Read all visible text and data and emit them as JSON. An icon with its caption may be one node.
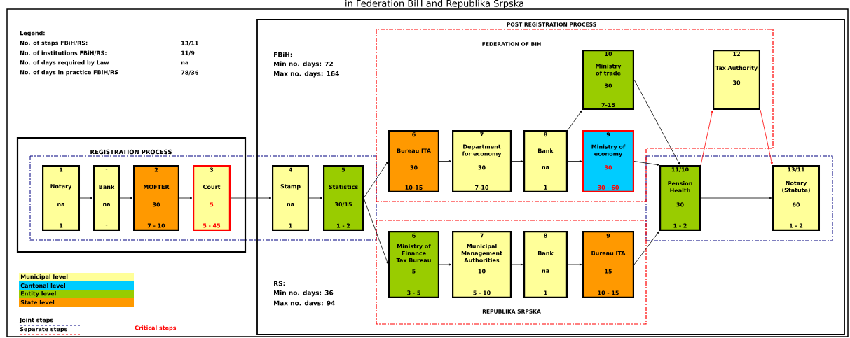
{
  "diagram": {
    "title": "in Federation BiH and Republika Srpska",
    "nodes": [
      {
        "text": [
          "REGISTRATION PROCESS"
        ]
      },
      {
        "text": [
          "POST REGISTRATION PROCESS"
        ]
      },
      {
        "text": [
          "FEDERATION OF BIH"
        ],
        "in": 1
      },
      {
        "text": [
          "REPUBLIKA SRPSKA"
        ],
        "in": 1
      },
      {
        "text": [
          "1",
          "Notary",
          "na",
          "1"
        ],
        "in": 0
      },
      {
        "text": [
          "-",
          "Bank",
          "na",
          "-"
        ],
        "in": 0
      },
      {
        "text": [
          "2",
          "MOFTER",
          "30",
          "7 - 10"
        ],
        "in": 0
      },
      {
        "text": [
          "3",
          "Court",
          "5",
          "5 - 45"
        ],
        "in": 0
      },
      {
        "text": [
          "4",
          "Stamp",
          "na",
          "1"
        ],
        "in": 1
      },
      {
        "text": [
          "5",
          "Statistics",
          "30/15",
          "1 - 2"
        ],
        "in": 1
      },
      {
        "text": [
          "6",
          "Bureau ITA",
          "30",
          "10-15"
        ],
        "in": 2
      },
      {
        "text": [
          "7",
          "Department for economy",
          "30",
          "7-10"
        ],
        "in": 2
      },
      {
        "text": [
          "8",
          "Bank",
          "na",
          "1"
        ],
        "in": 2
      },
      {
        "text": [
          "10",
          "Ministry of trade",
          "30",
          "7-15"
        ],
        "in": 2
      },
      {
        "text": [
          "9",
          "Ministry of economy",
          "30",
          "30 - 60"
        ],
        "in": 2
      },
      {
        "text": [
          "12",
          "Tax Authority",
          "30"
        ],
        "in": 2
      },
      {
        "text": [
          "11/10",
          "Pension Health",
          "30",
          "1 - 2"
        ],
        "in": 1
      },
      {
        "text": [
          "13/11",
          "Notary (Statute)",
          "60",
          "1 - 2"
        ],
        "in": 1
      },
      {
        "text": [
          "6",
          "Ministry of Finance Tax Bureau",
          "5",
          "3 - 5"
        ],
        "in": 3
      },
      {
        "text": [
          "7",
          "Municipal Management Authorities",
          "10",
          "5 - 10"
        ],
        "in": 3
      },
      {
        "text": [
          "8",
          "Bank",
          "na",
          "1"
        ],
        "in": 3
      },
      {
        "text": [
          "9",
          "Bureau ITA",
          "15",
          "10 - 15"
        ],
        "in": 3
      }
    ],
    "edges": [
      {
        "from": 4,
        "to": 5,
        "arrow": "to"
      },
      {
        "from": 5,
        "to": 6,
        "arrow": "to"
      },
      {
        "from": 6,
        "to": 7,
        "arrow": "to"
      },
      {
        "from": 7,
        "to": 8,
        "arrow": "to"
      },
      {
        "from": 8,
        "to": 9,
        "arrow": "to"
      },
      {
        "from": 9,
        "to": 10,
        "arrow": "to"
      },
      {
        "from": 9,
        "to": 18,
        "arrow": "to"
      },
      {
        "from": 10,
        "to": 11,
        "arrow": "to"
      },
      {
        "from": 11,
        "to": 12,
        "arrow": "to"
      },
      {
        "from": 12,
        "to": 13,
        "arrow": "to"
      },
      {
        "from": 12,
        "to": 14,
        "arrow": "to"
      },
      {
        "from": 13,
        "to": 16,
        "arrow": "to"
      },
      {
        "from": 14,
        "to": 16,
        "arrow": "to"
      },
      {
        "from": 18,
        "to": 19,
        "arrow": "to"
      },
      {
        "from": 19,
        "to": 20,
        "arrow": "to"
      },
      {
        "from": 20,
        "to": 21,
        "arrow": "to"
      },
      {
        "from": 21,
        "to": 16,
        "arrow": "to"
      },
      {
        "from": 16,
        "to": 17,
        "arrow": "to"
      },
      {
        "from": 16,
        "to": 15,
        "arrow": "to",
        "color": "#ff0000"
      },
      {
        "from": 15,
        "to": 17,
        "arrow": "to",
        "color": "#ff0000"
      }
    ],
    "labels": [
      "Legend:",
      "No. of steps FBiH/RS:",
      "13/11",
      "No. of institutions FBiH/RS:",
      "11/9",
      "No. of days required by Law",
      "na",
      "No. of days in practice FBiH/RS",
      "78/36",
      "FBiH:",
      "Min no. days: 72",
      "Max no. days: 164",
      "RS:",
      "Min no. days: 36",
      "Max no. davs: 94"
    ],
    "legend": [
      {
        "text": "Municipal level",
        "color": "#ffff99"
      },
      {
        "text": "Cantonal level",
        "color": "#00ccff"
      },
      {
        "text": "Entity level",
        "color": "#99cc00"
      },
      {
        "text": "State level",
        "color": "#ff9900"
      },
      {
        "text": "Joint steps"
      },
      {
        "text": "Separate steps"
      },
      {
        "text": "Critical steps"
      }
    ]
  }
}
